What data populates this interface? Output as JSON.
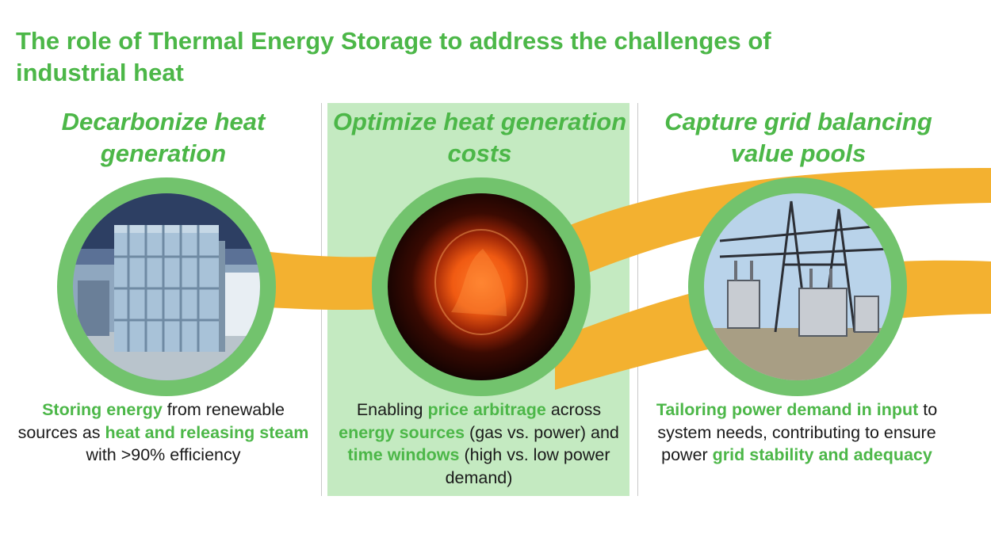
{
  "title": "The role of Thermal Energy Storage to address the challenges of industrial heat",
  "colors": {
    "accent_green": "#4cb748",
    "ring_green": "#72c36d",
    "panel_green": "#c4eac1",
    "ribbon_orange": "#f3b130"
  },
  "columns": [
    {
      "heading": "Decarbonize heat generation",
      "photo": "thermal-storage-unit-photo",
      "desc": [
        {
          "text": "Storing energy",
          "hl": true
        },
        {
          "text": " from renewable sources as ",
          "hl": false
        },
        {
          "text": "heat and releasing steam",
          "hl": true
        },
        {
          "text": " with >90% efficiency",
          "hl": false
        }
      ]
    },
    {
      "heading": "Optimize heat generation costs",
      "photo": "furnace-fire-photo",
      "desc": [
        {
          "text": "Enabling ",
          "hl": false
        },
        {
          "text": "price arbitrage",
          "hl": true
        },
        {
          "text": " across ",
          "hl": false
        },
        {
          "text": "energy sources",
          "hl": true
        },
        {
          "text": " (gas vs. power) and ",
          "hl": false
        },
        {
          "text": "time windows",
          "hl": true
        },
        {
          "text": " (high vs. low power demand)",
          "hl": false
        }
      ]
    },
    {
      "heading": "Capture grid balancing value pools",
      "photo": "electrical-substation-photo",
      "desc": [
        {
          "text": "Tailoring power demand in input",
          "hl": true
        },
        {
          "text": " to system needs, contributing to ensure power ",
          "hl": false
        },
        {
          "text": "grid stability and adequacy",
          "hl": true
        }
      ]
    }
  ]
}
